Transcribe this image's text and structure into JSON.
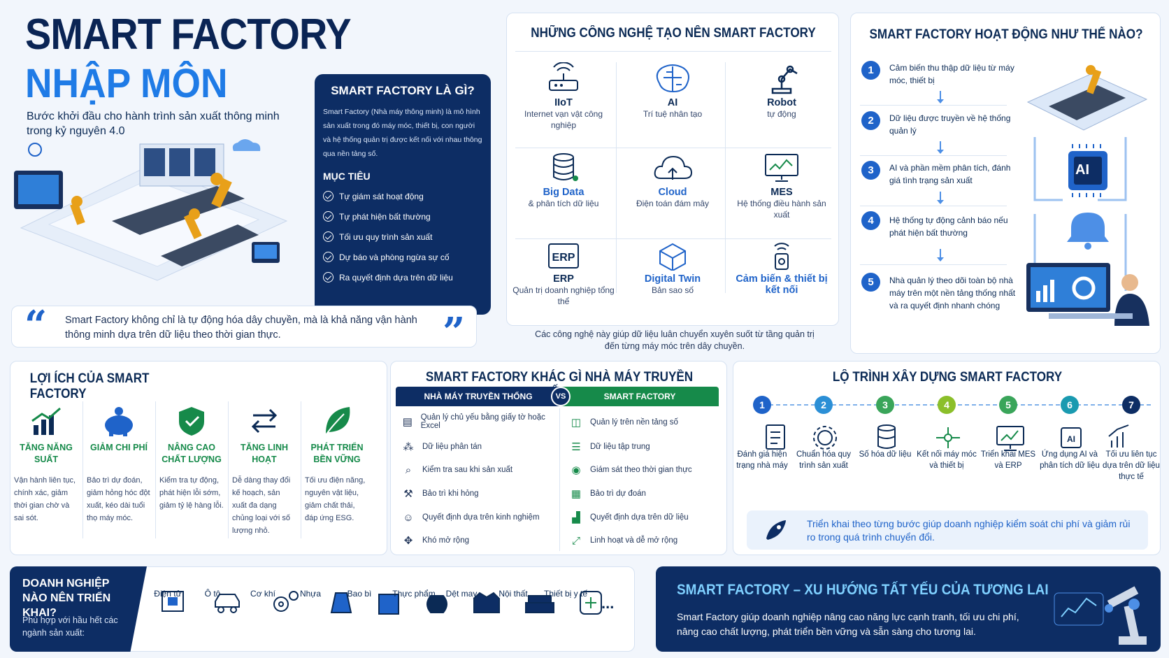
{
  "hero": {
    "title_line1": "SMART FACTORY",
    "title_line2": "NHẬP MÔN",
    "subtitle": "Bước khởi đầu cho hành trình sản xuất thông minh trong kỷ nguyên 4.0"
  },
  "what_is": {
    "title": "SMART FACTORY LÀ GÌ?",
    "text": "Smart Factory (Nhà máy thông minh) là mô hình sản xuất trong đó máy móc, thiết bị, con người và hệ thống quản trị được kết nối với nhau thông qua nền tảng số.",
    "goals_title": "MỤC TIÊU",
    "goals": [
      "Tự giám sát hoạt động",
      "Tự phát hiện bất thường",
      "Tối ưu quy trình sản xuất",
      "Dự báo và phòng ngừa sự cố",
      "Ra quyết định dựa trên dữ liệu"
    ]
  },
  "quote": "Smart Factory không chỉ là tự động hóa dây chuyền, mà là khả năng vận hành thông minh dựa trên dữ liệu theo thời gian thực.",
  "tech": {
    "title": "NHỮNG CÔNG NGHỆ TẠO NÊN SMART FACTORY",
    "items": [
      {
        "name": "IIoT",
        "desc": "Internet vạn vật công nghiệp",
        "icon": "router-icon"
      },
      {
        "name": "AI",
        "desc": "Trí tuệ nhân tạo",
        "icon": "brain-icon"
      },
      {
        "name": "Robot",
        "desc": "tự động",
        "icon": "robot-arm-icon"
      },
      {
        "name": "Big Data",
        "desc": "& phân tích dữ liệu",
        "icon": "database-icon"
      },
      {
        "name": "Cloud",
        "desc": "Điện toán đám mây",
        "icon": "cloud-icon"
      },
      {
        "name": "MES",
        "desc": "Hệ thống điều hành sản xuất",
        "icon": "monitor-icon"
      },
      {
        "name": "ERP",
        "desc": "Quản trị doanh nghiệp tổng thể",
        "icon": "erp-icon"
      },
      {
        "name": "Digital Twin",
        "desc": "Bản sao số",
        "icon": "cube-icon"
      },
      {
        "name": "Cảm biến & thiết bị kết nối",
        "desc": "",
        "icon": "sensor-icon"
      }
    ],
    "footer": "Các công nghệ này giúp dữ liệu luân chuyển xuyên suốt từ tầng quản trị đến từng máy móc trên dây chuyền."
  },
  "how": {
    "title": "SMART FACTORY HOẠT ĐỘNG NHƯ THẾ NÀO?",
    "steps": [
      {
        "n": "1",
        "text": "Cảm biến thu thập dữ liệu từ máy móc, thiết bị"
      },
      {
        "n": "2",
        "text": "Dữ liệu được truyền về hệ thống quản lý"
      },
      {
        "n": "3",
        "text": "AI và phần mềm phân tích, đánh giá tình trạng sản xuất"
      },
      {
        "n": "4",
        "text": "Hệ thống tự động cảnh báo nếu phát hiện bất thường"
      },
      {
        "n": "5",
        "text": "Nhà quản lý theo dõi toàn bộ nhà máy trên một nền tảng thống nhất và ra quyết định nhanh chóng"
      }
    ],
    "ai_label": "AI"
  },
  "benefits": {
    "title": "LỢI ÍCH CỦA SMART FACTORY",
    "items": [
      {
        "title": "TĂNG NĂNG SUẤT",
        "desc": "Vận hành liên tục, chính xác, giảm thời gian chờ và sai sót."
      },
      {
        "title": "GIẢM CHI PHÍ",
        "desc": "Bảo trì dự đoán, giảm hỏng hóc đột xuất, kéo dài tuổi thọ máy móc."
      },
      {
        "title": "NÂNG CAO CHẤT LƯỢNG",
        "desc": "Kiểm tra tự động, phát hiện lỗi sớm, giảm tỷ lệ hàng lỗi."
      },
      {
        "title": "TĂNG LINH HOẠT",
        "desc": "Dễ dàng thay đổi kế hoạch, sản xuất đa dạng chủng loại với số lượng nhỏ."
      },
      {
        "title": "PHÁT TRIỂN BỀN VỮNG",
        "desc": "Tối ưu điện năng, nguyên vật liệu, giảm chất thải, đáp ứng ESG."
      }
    ]
  },
  "compare": {
    "title": "SMART FACTORY KHÁC GÌ NHÀ MÁY TRUYỀN THỐNG?",
    "left_header": "NHÀ MÁY TRUYỀN THỐNG",
    "vs": "VS",
    "right_header": "SMART FACTORY",
    "left": [
      "Quản lý chủ yếu bằng giấy tờ hoặc Excel",
      "Dữ liệu phân tán",
      "Kiểm tra sau khi sản xuất",
      "Bảo trì khi hỏng",
      "Quyết định dựa trên kinh nghiệm",
      "Khó mở rộng"
    ],
    "right": [
      "Quản lý trên nền tảng số",
      "Dữ liệu tập trung",
      "Giám sát theo thời gian thực",
      "Bảo trì dự đoán",
      "Quyết định dựa trên dữ liệu",
      "Linh hoạt và dễ mở rộng"
    ]
  },
  "roadmap": {
    "title": "LỘ TRÌNH XÂY DỰNG SMART FACTORY",
    "steps": [
      {
        "n": "1",
        "text": "Đánh giá hiện trạng nhà máy",
        "color": "#1f63c9"
      },
      {
        "n": "2",
        "text": "Chuẩn hóa quy trình sản xuất",
        "color": "#2b8fd6"
      },
      {
        "n": "3",
        "text": "Số hóa dữ liệu",
        "color": "#3aa55a"
      },
      {
        "n": "4",
        "text": "Kết nối máy móc và thiết bị",
        "color": "#8bbf2a"
      },
      {
        "n": "5",
        "text": "Triển khai MES và ERP",
        "color": "#3aa55a"
      },
      {
        "n": "6",
        "text": "Ứng dụng AI và phân tích dữ liệu",
        "color": "#1a9ab0"
      },
      {
        "n": "7",
        "text": "Tối ưu liên tục dựa trên dữ liệu thực tế",
        "color": "#0d2d64"
      }
    ],
    "note": "Triển khai theo từng bước giúp doanh nghiệp kiểm soát chi phí và giảm rủi ro trong quá trình chuyển đổi."
  },
  "industries": {
    "title": "DOANH NGHIỆP NÀO NÊN TRIỂN KHAI?",
    "desc": "Phù hợp với hầu hết các ngành sản xuất:",
    "items": [
      "Điện tử",
      "Ô tô",
      "Cơ khí",
      "Nhựa",
      "Bao bì",
      "Thực phẩm",
      "Dệt may",
      "Nội thất",
      "Thiết bị y tế"
    ],
    "more": "..."
  },
  "trend": {
    "title": "SMART FACTORY – XU HƯỚNG TẤT YẾU CỦA TƯƠNG LAI",
    "text": "Smart Factory giúp doanh nghiệp nâng cao năng lực cạnh tranh, tối ưu chi phí, nâng cao chất lượng, phát triển bền vững và sẵn sàng cho tương lai."
  },
  "colors": {
    "navy": "#0d2d64",
    "blue": "#1f63c9",
    "green": "#168a4a"
  }
}
